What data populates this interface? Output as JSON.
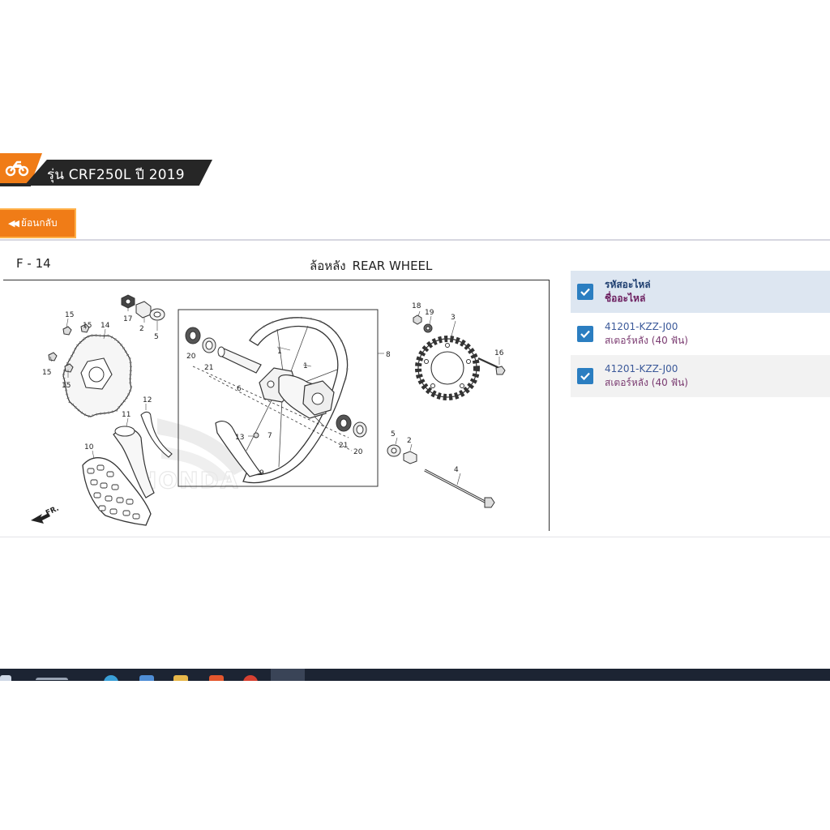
{
  "header": {
    "model_title": "รุ่น CRF250L ปี 2019",
    "icon": "motorcycle-icon",
    "accent_color": "#f07c17",
    "ribbon_color": "#262626"
  },
  "nav": {
    "back_label": "ย้อนกลับ",
    "back_icon": "double-left-arrow-icon"
  },
  "diagram": {
    "code": "F - 14",
    "title_th": "ล้อหลัง",
    "title_en": "REAR WHEEL",
    "watermark": "HONDA",
    "direction_label": "FR.",
    "callouts": [
      "15",
      "15",
      "15",
      "15",
      "14",
      "17",
      "2",
      "5",
      "20",
      "21",
      "6",
      "1",
      "1",
      "7",
      "8",
      "12",
      "11",
      "10",
      "13",
      "9",
      "21",
      "20",
      "18",
      "19",
      "3",
      "16",
      "5",
      "2",
      "4"
    ]
  },
  "parts_table": {
    "header": {
      "code_label": "รหัสอะไหล่",
      "name_label": "ชื่ออะไหล่",
      "checked": true
    },
    "rows": [
      {
        "part_no": "41201-KZZ-J00",
        "part_name": "สเตอร์หลัง (40 ฟัน)",
        "checked": true
      },
      {
        "part_no": "41201-KZZ-J00",
        "part_name": "สเตอร์หลัง (40 ฟัน)",
        "checked": true
      }
    ],
    "checkbox_color": "#2b7ec1",
    "header_bg": "#dde6f1"
  },
  "taskbar": {
    "icons": [
      "start-icon",
      "search-icon",
      "edge-icon",
      "store-icon",
      "folder-icon",
      "app-icon",
      "chrome-icon",
      "acrobat-icon"
    ]
  }
}
